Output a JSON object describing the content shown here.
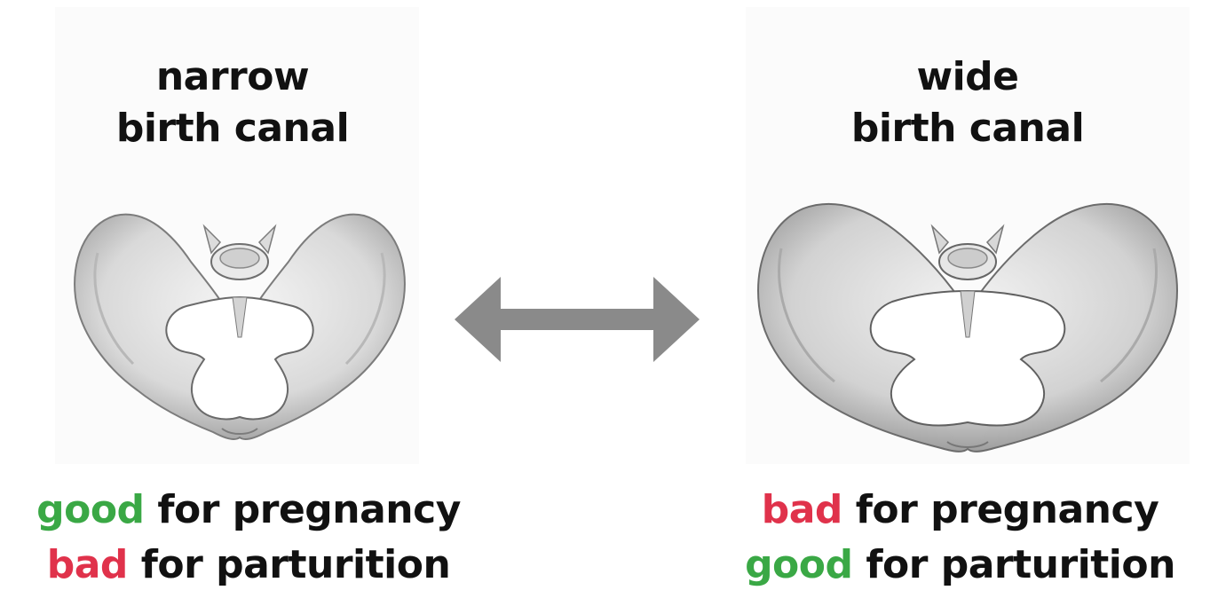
{
  "colors": {
    "good": "#3aa845",
    "bad": "#e0324b",
    "text": "#111111",
    "arrow": "#8a8a8a"
  },
  "left": {
    "title_line1": "narrow",
    "title_line2": "birth canal",
    "caption1": {
      "qualifier": "good",
      "rest": " for pregnancy"
    },
    "caption2": {
      "qualifier": "bad",
      "rest": " for parturition"
    }
  },
  "right": {
    "title_line1": "wide",
    "title_line2": "birth canal",
    "caption1": {
      "qualifier": "bad",
      "rest": " for pregnancy"
    },
    "caption2": {
      "qualifier": "good",
      "rest": " for parturition"
    }
  },
  "arrow": {
    "icon": "double-headed-arrow-icon"
  }
}
